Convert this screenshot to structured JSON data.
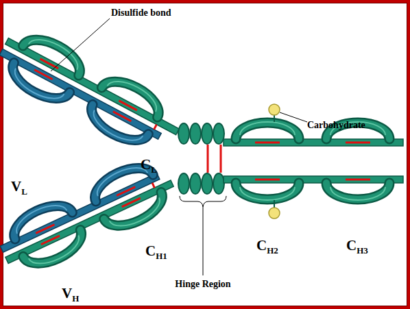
{
  "diagram": {
    "labels": [
      "Disulfide bond",
      "Carbohydrate",
      "CL",
      "VL",
      "CH1",
      "VH",
      "CH2",
      "CH3",
      "Hinge Region"
    ]
  }
}
